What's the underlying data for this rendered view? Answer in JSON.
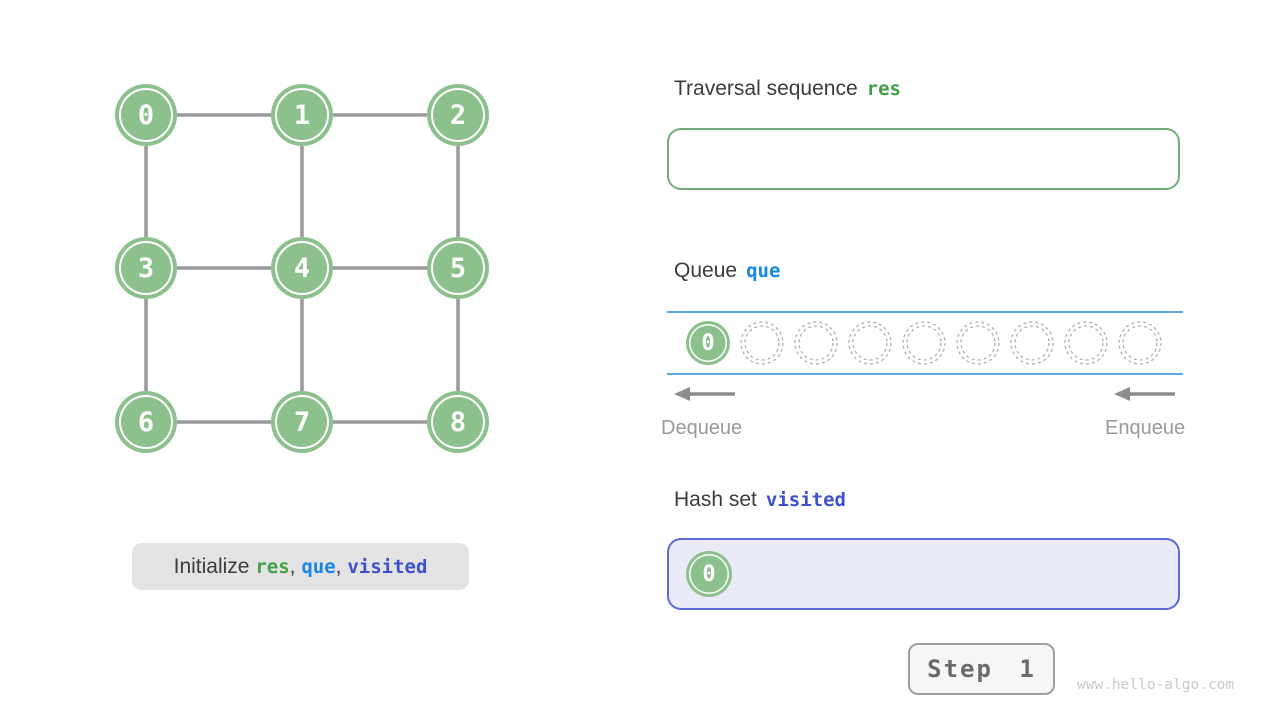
{
  "graph": {
    "col_x": [
      146,
      302,
      458
    ],
    "row_y": [
      115,
      268,
      422
    ],
    "nodes": [
      {
        "label": "0",
        "row": 0,
        "col": 0
      },
      {
        "label": "1",
        "row": 0,
        "col": 1
      },
      {
        "label": "2",
        "row": 0,
        "col": 2
      },
      {
        "label": "3",
        "row": 1,
        "col": 0
      },
      {
        "label": "4",
        "row": 1,
        "col": 1
      },
      {
        "label": "5",
        "row": 1,
        "col": 2
      },
      {
        "label": "6",
        "row": 2,
        "col": 0
      },
      {
        "label": "7",
        "row": 2,
        "col": 1
      },
      {
        "label": "8",
        "row": 2,
        "col": 2
      }
    ],
    "edges": [
      [
        0,
        1
      ],
      [
        1,
        2
      ],
      [
        0,
        3
      ],
      [
        1,
        4
      ],
      [
        2,
        5
      ],
      [
        3,
        4
      ],
      [
        4,
        5
      ],
      [
        3,
        6
      ],
      [
        4,
        7
      ],
      [
        5,
        8
      ],
      [
        6,
        7
      ],
      [
        7,
        8
      ]
    ]
  },
  "panels": {
    "traversal": {
      "title": "Traversal sequence",
      "var_name": "res",
      "items": []
    },
    "queue": {
      "title": "Queue",
      "var_name": "que",
      "slot_count": 9,
      "items": [
        "0"
      ],
      "dequeue_label": "Dequeue",
      "enqueue_label": "Enqueue"
    },
    "hash_set": {
      "title": "Hash set",
      "var_name": "visited",
      "items": [
        "0"
      ]
    }
  },
  "status_caption": {
    "segments": [
      {
        "text": "Initialize ",
        "style": "plain"
      },
      {
        "text": "res",
        "style": "green"
      },
      {
        "text": ", ",
        "style": "plain"
      },
      {
        "text": "que",
        "style": "blue"
      },
      {
        "text": ", ",
        "style": "plain"
      },
      {
        "text": "visited",
        "style": "indigo"
      }
    ]
  },
  "controls": {
    "step_button_label": "Step 1"
  },
  "watermark": "www.hello-algo.com",
  "colors": {
    "node_green": "#8CC08C",
    "code_green": "#43a047",
    "code_blue": "#1688e8",
    "code_indigo": "#3d51cc",
    "queue_line_blue": "#5aa9e8",
    "hash_border": "#5b6bd5",
    "hash_bg": "#e9ecf8",
    "edge_gray": "#999999",
    "arrow_gray": "#8c8c8c"
  }
}
